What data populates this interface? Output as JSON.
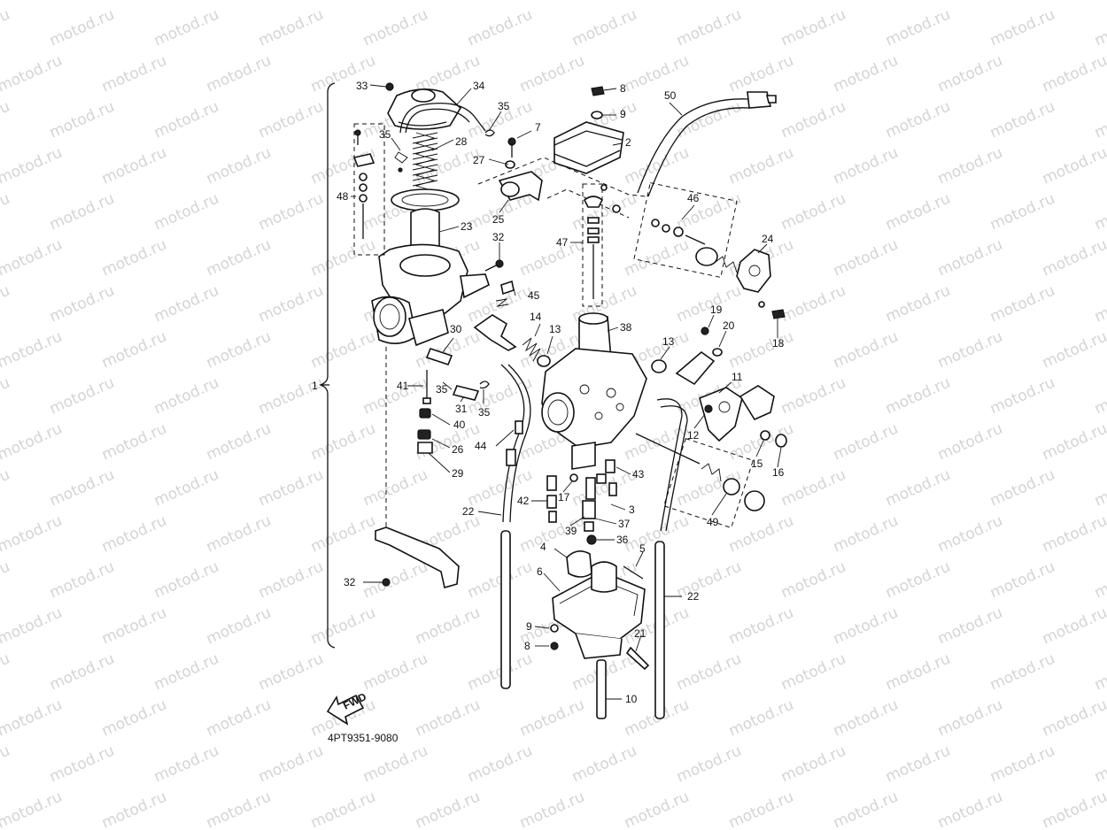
{
  "watermark": "motod.ru",
  "diagram_code": "4PT9351-9080",
  "fwd_label": "FWD",
  "callouts": [
    {
      "id": "c33",
      "text": "33"
    },
    {
      "id": "c34",
      "text": "34"
    },
    {
      "id": "c35a",
      "text": "35"
    },
    {
      "id": "c35b",
      "text": "35"
    },
    {
      "id": "c28",
      "text": "28"
    },
    {
      "id": "c48",
      "text": "48"
    },
    {
      "id": "c23",
      "text": "23"
    },
    {
      "id": "c32a",
      "text": "32"
    },
    {
      "id": "c45",
      "text": "45"
    },
    {
      "id": "c30",
      "text": "30"
    },
    {
      "id": "c35c",
      "text": "35"
    },
    {
      "id": "c41",
      "text": "41"
    },
    {
      "id": "c31",
      "text": "31"
    },
    {
      "id": "c35d",
      "text": "35"
    },
    {
      "id": "c40",
      "text": "40"
    },
    {
      "id": "c26",
      "text": "26"
    },
    {
      "id": "c29",
      "text": "29"
    },
    {
      "id": "c1",
      "text": "1"
    },
    {
      "id": "c44",
      "text": "44"
    },
    {
      "id": "c22a",
      "text": "22"
    },
    {
      "id": "c32b",
      "text": "32"
    },
    {
      "id": "c27",
      "text": "27"
    },
    {
      "id": "c25",
      "text": "25"
    },
    {
      "id": "c7",
      "text": "7"
    },
    {
      "id": "c8a",
      "text": "8"
    },
    {
      "id": "c9a",
      "text": "9"
    },
    {
      "id": "c2",
      "text": "2"
    },
    {
      "id": "c47",
      "text": "47"
    },
    {
      "id": "c14",
      "text": "14"
    },
    {
      "id": "c13a",
      "text": "13"
    },
    {
      "id": "c38",
      "text": "38"
    },
    {
      "id": "c50",
      "text": "50"
    },
    {
      "id": "c46",
      "text": "46"
    },
    {
      "id": "c24",
      "text": "24"
    },
    {
      "id": "c18",
      "text": "18"
    },
    {
      "id": "c19",
      "text": "19"
    },
    {
      "id": "c20",
      "text": "20"
    },
    {
      "id": "c13b",
      "text": "13"
    },
    {
      "id": "c11",
      "text": "11"
    },
    {
      "id": "c12",
      "text": "12"
    },
    {
      "id": "c15",
      "text": "15"
    },
    {
      "id": "c16",
      "text": "16"
    },
    {
      "id": "c43",
      "text": "43"
    },
    {
      "id": "c42",
      "text": "42"
    },
    {
      "id": "c17",
      "text": "17"
    },
    {
      "id": "c3",
      "text": "3"
    },
    {
      "id": "c49",
      "text": "49"
    },
    {
      "id": "c39",
      "text": "39"
    },
    {
      "id": "c37",
      "text": "37"
    },
    {
      "id": "c36",
      "text": "36"
    },
    {
      "id": "c4",
      "text": "4"
    },
    {
      "id": "c5",
      "text": "5"
    },
    {
      "id": "c6",
      "text": "6"
    },
    {
      "id": "c22b",
      "text": "22"
    },
    {
      "id": "c9b",
      "text": "9"
    },
    {
      "id": "c8b",
      "text": "8"
    },
    {
      "id": "c21",
      "text": "21"
    },
    {
      "id": "c10",
      "text": "10"
    }
  ]
}
